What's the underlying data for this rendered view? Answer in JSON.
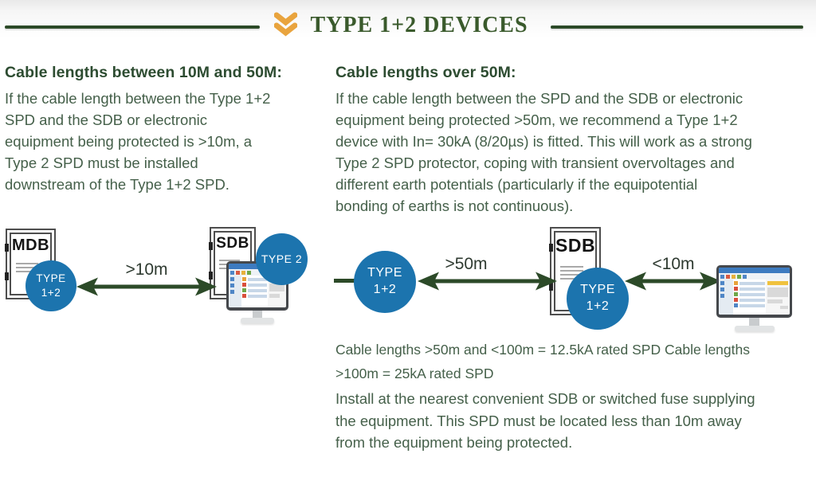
{
  "header": {
    "title": "TYPE 1+2 DEVICES"
  },
  "left": {
    "heading": "Cable lengths between 10M and 50M:",
    "body": "If the cable length between the Type 1+2\nSPD and the SDB or electronic\nequipment being protected is >10m, a\nType 2 SPD must be installed\ndownstream of the Type 1+2 SPD.",
    "diagram": {
      "mdb_label": "MDB",
      "mdb_badge": "TYPE 1+2",
      "distance": ">10m",
      "sdb_label": "SDB",
      "sdb_badge": "TYPE 2"
    }
  },
  "right": {
    "heading": "Cable lengths over 50M:",
    "body": "If the cable length between the SPD and the SDB or electronic\nequipment being protected >50m, we recommend a Type 1+2\ndevice with In= 30kA (8/20µs) is fitted. This will work as a strong\nType 2 SPD protector, coping with transient overvoltages and\ndifferent earth potentials (particularly if the equipotential\nbonding of earths is not continuous).",
    "diagram": {
      "spd_badge": "TYPE 1+2",
      "distance_long": ">50m",
      "sdb_label": "SDB",
      "sdb_badge": "TYPE 1+2",
      "distance_short": "<10m"
    },
    "caption": "Cable lengths >50m and <100m = 12.5kA rated SPD Cable lengths\n>100m = 25kA rated SPD",
    "footer": "Install at the nearest convenient SDB or switched fuse supplying\nthe equipment. This SPD must be located less than 10m away\nfrom the equipment being protected."
  },
  "colors": {
    "title_green": "#3a5a2c",
    "heading_green": "#2d4c31",
    "body_green": "#45604a",
    "arrow_green": "#2c4a28",
    "badge_blue": "#1c74ae",
    "chevron_gold": "#e9a43e"
  }
}
